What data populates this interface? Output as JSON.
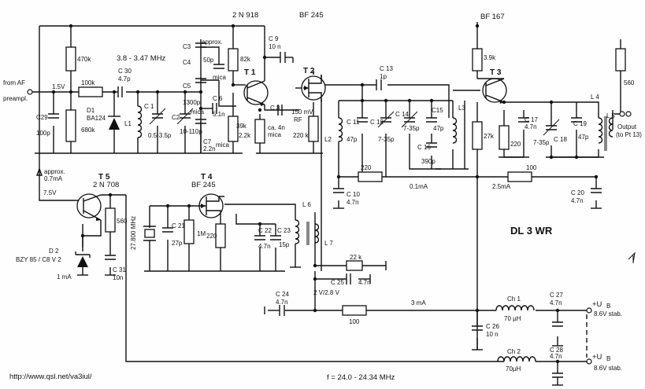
{
  "labels": {
    "transistors": {
      "t1": "T 1",
      "t2": "T 2",
      "t3": "T 3",
      "t4": "T 4",
      "t5": "T 5"
    },
    "types": {
      "t1": "2 N 918",
      "t2": "BF 245",
      "t3": "BF 167",
      "t4": "BF 245",
      "t5": "2 N 708"
    },
    "from_af_1": "from AF",
    "from_af_2": "preampl.",
    "v15": "1.5V",
    "v75": "7.5V",
    "approx_1": "approx.",
    "approx_2": "0.7mA",
    "freq_range": "3.8 - 3.47 MHz",
    "r470k": "470k",
    "r100k": "100k",
    "c30": "C 30",
    "c30v": "4.7p",
    "c29": "C29",
    "c29v": "100p",
    "d1": "D1",
    "d1t": "BA124",
    "r680k": "680k",
    "l1": "L1",
    "c1": "C 1",
    "c1v": "0.5-3.5p",
    "c2": "C2",
    "c2v": "10-110p",
    "c3": "C3",
    "c3v": "50p",
    "approx_c": "approx.",
    "c4": "C4",
    "c4m": "mica",
    "c5": "C5",
    "c5v": "1300p",
    "c5m": "mica",
    "c6": "C 6",
    "c6v": "5.1n",
    "c7": "C7",
    "c7v": "2.2n",
    "c7m": "mica",
    "r82k": "82k",
    "r39k": "39k",
    "r22k_1": "2.2k",
    "c8": "C 8",
    "c8v": "ca. 4n",
    "c8m": "mica",
    "c9": "C 9",
    "c9v": "10 n",
    "rf_1": "150 mV",
    "rf_2": "RF",
    "r220k": "220 k",
    "c13": "C 13",
    "c13v": "1p",
    "l2": "L2",
    "c11": "C 11",
    "c11v": "47p",
    "c12": "C 12",
    "c12v": "7-35p",
    "c14": "C 14",
    "c14v": "7-35p",
    "c15": "C15",
    "c15v": "47p",
    "c16": "C 16",
    "c16v": "390p",
    "l3": "L3",
    "r39k_3": "3.9k",
    "r27k": "27k",
    "r220": "220",
    "c17": "C 17",
    "c17v": "4.7n",
    "c18": "C 18",
    "c18v": "7-35p",
    "c19": "C 19",
    "c19v": "47p",
    "l4": "L 4",
    "l5": "L 5",
    "r560_top": "560",
    "output_1": "Output",
    "output_2": "(to Pt 13)",
    "r220_mid": "220",
    "ma01": "0.1mA",
    "r100_mid": "100",
    "ma25": "2.5mA",
    "c10": "C 10",
    "c10v": "4.7n",
    "c20": "C 20",
    "c20v": "4.7n",
    "r560": "560",
    "d2": "D 2",
    "d2t": "BZY 85 / C8 V 2",
    "ma1": "1 mA",
    "c31": "C 31",
    "c31v": "10n",
    "xtal": "27.800 MHz",
    "c21": "C 21",
    "c21v": "27p",
    "r1m": "1M",
    "r220_t4": "220",
    "c22": "C 22",
    "c22v": "4.7n",
    "c23": "C 23",
    "c23v": "15p",
    "l6": "L 6",
    "l7": "L 7",
    "r22k": "22 k",
    "c25": "C 25",
    "c25v": "4.7n",
    "v28": "2 V/2.8 V",
    "c24": "C 24",
    "c24v": "4.7n",
    "r100_bot": "100",
    "ma3": "3 mA",
    "ch1": "Ch 1",
    "ch1v": "70 µH",
    "ch2": "Ch 2",
    "ch2v": "70µH",
    "c26": "C 26",
    "c26v": "10 n",
    "c27": "C 27",
    "c27v": "4.7n",
    "c28": "C 28",
    "c28v": "4.7n",
    "ub1": "+U",
    "ub1s": "B",
    "ub1v": "8.6V stab.",
    "ub2": "+U",
    "ub2s": "B",
    "ub2v": "8.6V stab.",
    "callsign": "DL 3 WR",
    "freq_out": "f = 24.0 - 24.34 MHz",
    "url": "http://www.qsl.net/va3iul/"
  }
}
